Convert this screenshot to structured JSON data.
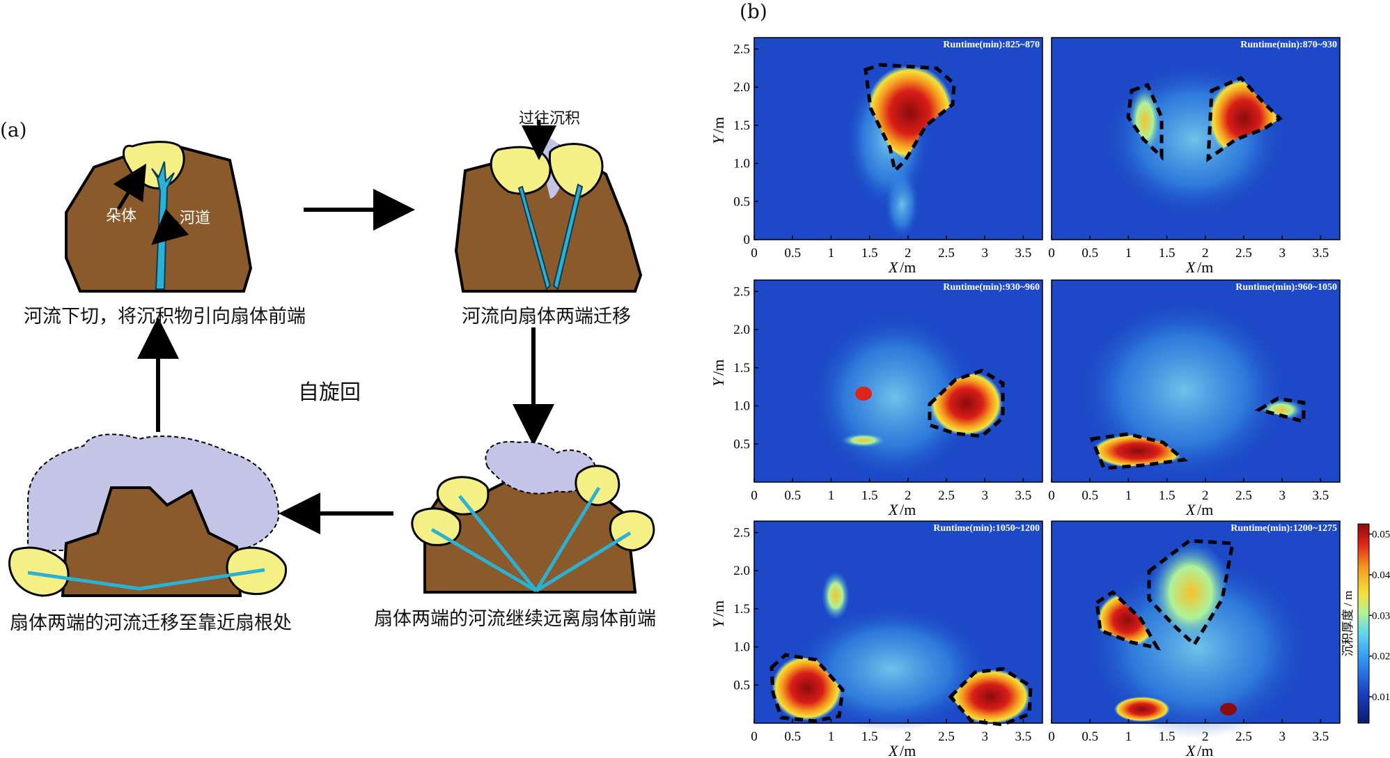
{
  "panel_a": {
    "label": "(a)",
    "stage1": {
      "caption": "河流下切，将沉积物引向扇体前端",
      "lobe_label": "朵体",
      "channel_label": "河道"
    },
    "stage2": {
      "caption": "河流向扇体两端迁移",
      "past_label": "过往沉积"
    },
    "stage3": {
      "caption": "扇体两端的河流继续远离扇体前端"
    },
    "stage4": {
      "caption": "扇体两端的河流迁移至靠近扇根处"
    },
    "cycle_label": "自旋回"
  },
  "panel_b": {
    "label": "(b)",
    "x_title": "X",
    "y_title": "Y",
    "unit": "/m",
    "x_ticks": [
      "0",
      "0.5",
      "1",
      "1.5",
      "2",
      "2.5",
      "3",
      "3.5"
    ],
    "y_ticks": [
      "0",
      "0.5",
      "1.0",
      "1.5",
      "2.0",
      "2.5"
    ],
    "y_ticks_low": [
      "0.5",
      "1.0",
      "1.5",
      "2.0",
      "2.5"
    ],
    "maps": [
      {
        "runtime": "Runtime(min):825~870"
      },
      {
        "runtime": "Runtime(min):870~930"
      },
      {
        "runtime": "Runtime(min):930~960"
      },
      {
        "runtime": "Runtime(min):960~1050"
      },
      {
        "runtime": "Runtime(min):1050~1200"
      },
      {
        "runtime": "Runtime(min):1200~1275"
      }
    ],
    "colorbar": {
      "title": "沉积厚度 / m",
      "ticks": [
        "0.05",
        "0.04",
        "0.03",
        "0.02",
        "0.01"
      ],
      "colors": [
        "#0b1a6e",
        "#1b3fc0",
        "#2a8df0",
        "#5fd6f0",
        "#aef29a",
        "#f5e23a",
        "#f59a1f",
        "#e0231a",
        "#8a0c0c"
      ]
    }
  }
}
